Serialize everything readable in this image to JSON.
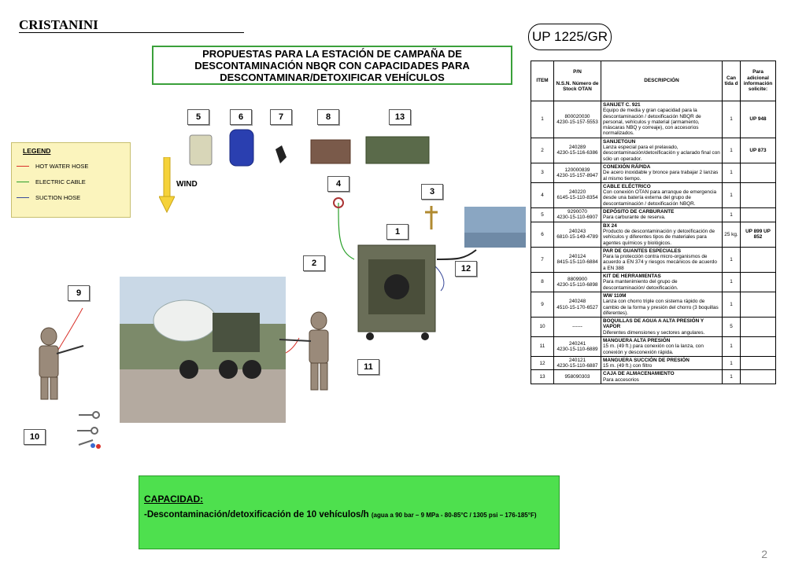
{
  "header": {
    "brand": "CRISTANINI",
    "code": "UP 1225/GR"
  },
  "title": "PROPUESTAS PARA LA ESTACIÓN DE CAMPAÑA DE DESCONTAMINACIÓN NBQR CON CAPACIDADES PARA DESCONTAMINAR/DETOXIFICAR VEHÍCULOS",
  "legend": {
    "title": "LEGEND",
    "items": [
      {
        "label": "HOT WATER HOSE",
        "color": "#d9312a"
      },
      {
        "label": "ELECTRIC CABLE",
        "color": "#2aa02a"
      },
      {
        "label": "SUCTION HOSE",
        "color": "#3a4a9a"
      }
    ]
  },
  "wind_label": "WIND",
  "callouts": [
    "5",
    "6",
    "7",
    "8",
    "13",
    "4",
    "3",
    "1",
    "2",
    "12",
    "9",
    "11",
    "10"
  ],
  "table": {
    "headers": {
      "item": "ITEM",
      "pn": "P/N",
      "nsn": "N.S.N. Número de Stock OTAN",
      "desc": "DESCRIPCIÓN",
      "qty": "Can tida d",
      "info": "Para adicional información solicite:"
    },
    "rows": [
      {
        "item": "1",
        "pn": "800020030",
        "nsn": "4230-15-157-5553",
        "name": "SANIJET C. 921",
        "desc": "Equipo de media y gran capacidad para la descontaminación / detoxificación NBQR de personal, vehículos y material (armamento, máscaras NBQ y correaje), con accesorios normalizados.",
        "qty": "1",
        "info": "UP 948"
      },
      {
        "item": "2",
        "pn": "240289",
        "nsn": "4230-15-116-6386",
        "name": "SANIJETGUN",
        "desc": "Lanza especial para el prelavado, descontaminación/detoxificación y aclarado final con sólo un operador.",
        "qty": "1",
        "info": "UP 873"
      },
      {
        "item": "3",
        "pn": "120000839",
        "nsn": "4230-15-157-8947",
        "name": "CONEXIÓN RÁPIDA",
        "desc": "De acero inoxidable y bronce para trabajar 2 lanzas al mismo tiempo.",
        "qty": "1",
        "info": ""
      },
      {
        "item": "4",
        "pn": "240220",
        "nsn": "6145-15-110-8354",
        "name": "CABLE ELÉCTRICO",
        "desc": "Con conexión OTAN para arranque de emergencia desde una batería externa del grupo de descontaminación / detoxificación NBQR.",
        "qty": "1",
        "info": ""
      },
      {
        "item": "5",
        "pn": "9290070",
        "nsn": "4230-15-110-6907",
        "name": "DEPÓSITO DE CARBURANTE",
        "desc": "Para carburante de reserva.",
        "qty": "1",
        "info": ""
      },
      {
        "item": "6",
        "pn": "240243",
        "nsn": "6810-15-149-4789",
        "name": "BX 24",
        "desc": "Producto de descontaminación y detoxificación de vehículos y diferentes tipos de materiales para agentes químicos y biológicos.",
        "qty": "25 kg.",
        "info": "UP 899 UP 852"
      },
      {
        "item": "7",
        "pn": "240124",
        "nsn": "8415-15-110-6884",
        "name": "PAR DE GUANTES ESPECIALES",
        "desc": "Para la protección contra micro-organismos de acuerdo a EN 374 y riesgos mecánicos de acuerdo a EN 388",
        "qty": "1",
        "info": ""
      },
      {
        "item": "8",
        "pn": "8809900",
        "nsn": "4230-15-110-6898",
        "name": "KIT DE HERRAMIENTAS",
        "desc": "Para mantenimiento del grupo de descontaminación/ detoxificación.",
        "qty": "1",
        "info": ""
      },
      {
        "item": "9",
        "pn": "240248",
        "nsn": "4510-15-170-6527",
        "name": "WW 110M",
        "desc": "Lanza con chorro triple con sistema rápido de cambio de la forma y presión del chorro (3 boquillas diferentes).",
        "qty": "1",
        "info": ""
      },
      {
        "item": "10",
        "pn": "------",
        "nsn": "",
        "name": "BOQUILLAS DE AGUA A ALTA PRESIÓN Y VAPOR",
        "desc": "Diferentes dimensiones y sectores angulares.",
        "qty": "5",
        "info": ""
      },
      {
        "item": "11",
        "pn": "240241",
        "nsn": "4230-15-110-6889",
        "name": "MANGUERA ALTA PRESIÓN",
        "desc": "15 m. (49 ft.) para conexión con la lanza, con conexión y desconexión rápida.",
        "qty": "1",
        "info": ""
      },
      {
        "item": "12",
        "pn": "240121",
        "nsn": "4230-15-110-6887",
        "name": "MANGUERA SUCCIÓN DE PRESIÓN",
        "desc": "15 m. (49 ft.) con filtro",
        "qty": "1",
        "info": ""
      },
      {
        "item": "13",
        "pn": "958090303",
        "nsn": "",
        "name": "CAJA DE ALMACENAMIENTO",
        "desc": "Para accesorios",
        "qty": "1",
        "info": ""
      }
    ]
  },
  "capacity": {
    "title": "CAPACIDAD:",
    "main": "-Descontaminación/detoxificación de 10 vehículos/h",
    "detail": "(agua a 90 bar – 9 MPa - 80-85°C / 1305 psi – 176-185°F)"
  },
  "page_number": "2"
}
